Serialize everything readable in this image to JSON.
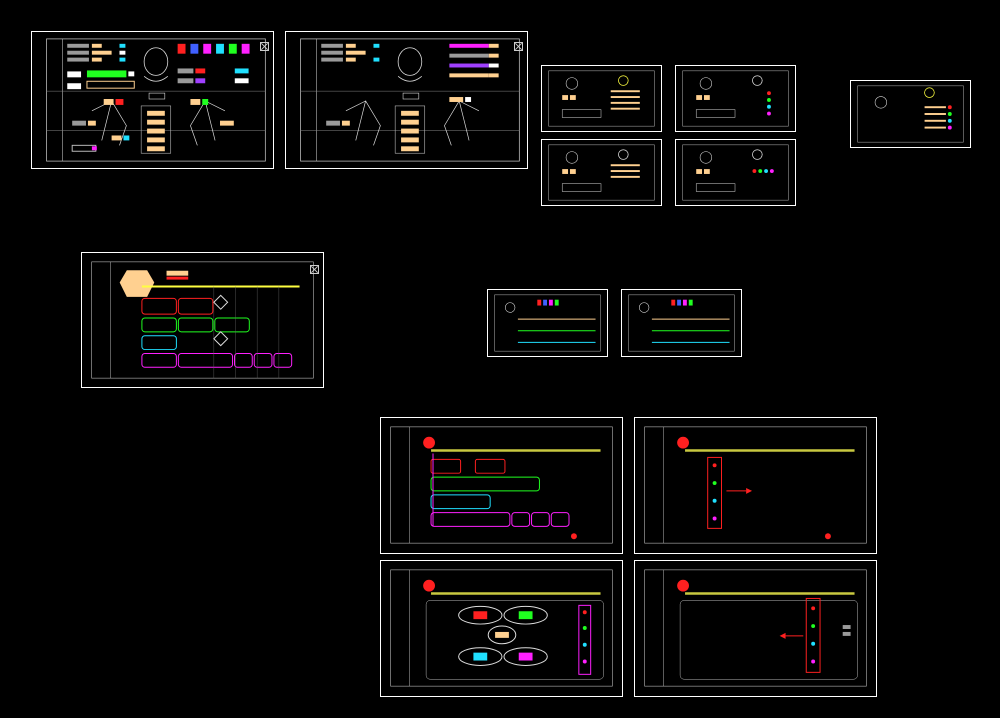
{
  "canvas": {
    "background": "#000000",
    "line_color": "#ffffff"
  },
  "colors": {
    "red": "#ff2020",
    "green": "#20ff20",
    "cyan": "#20e0ff",
    "magenta": "#ff20ff",
    "yellow": "#ffff40",
    "olive": "#c8c840",
    "peach": "#ffd090",
    "gray": "#9a9a9a",
    "blue": "#4060ff",
    "purple": "#a040ff"
  },
  "panels": [
    {
      "id": "panel-character-a",
      "type": "character",
      "close_icon": "close-icon",
      "title_glyph": "角色"
    },
    {
      "id": "panel-character-b",
      "type": "character",
      "close_icon": "close-icon",
      "title_glyph": "角色"
    },
    {
      "id": "panel-thumb-1",
      "type": "thumbnail"
    },
    {
      "id": "panel-thumb-2",
      "type": "thumbnail"
    },
    {
      "id": "panel-thumb-3",
      "type": "thumbnail"
    },
    {
      "id": "panel-thumb-4",
      "type": "thumbnail"
    },
    {
      "id": "panel-thumb-5",
      "type": "thumbnail"
    },
    {
      "id": "panel-timeline-main",
      "type": "timeline",
      "close_icon": "close-icon"
    },
    {
      "id": "panel-mini-1",
      "type": "mini"
    },
    {
      "id": "panel-mini-2",
      "type": "mini"
    },
    {
      "id": "panel-track-grid",
      "type": "track"
    },
    {
      "id": "panel-track-slide-right",
      "type": "track-arrow"
    },
    {
      "id": "panel-track-nodes",
      "type": "track-nodes"
    },
    {
      "id": "panel-track-slide-left",
      "type": "track-arrow"
    }
  ]
}
